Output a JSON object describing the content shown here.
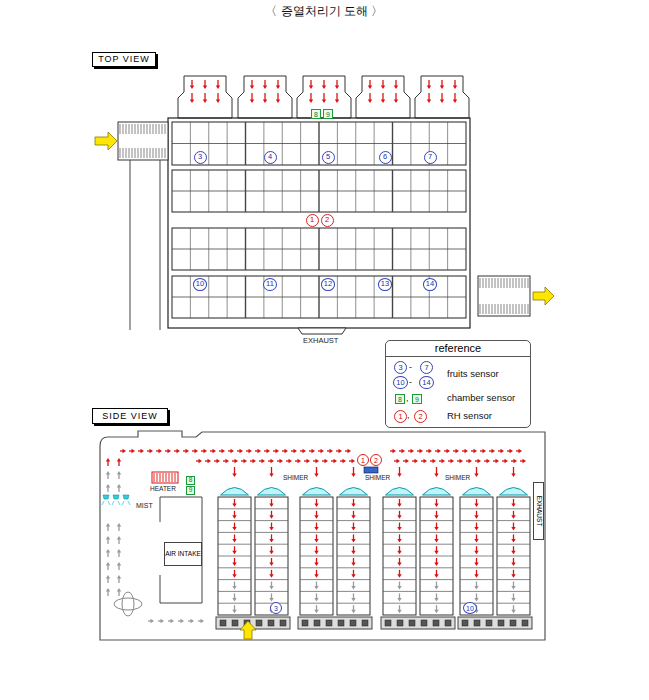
{
  "diagram": {
    "title": "〈 증열처리기 도해 〉",
    "nodes": [
      {
        "text": [
          "TOP VIEW"
        ]
      },
      {
        "text": [
          "8"
        ]
      },
      {
        "text": [
          "9"
        ]
      },
      {
        "text": [
          "3"
        ]
      },
      {
        "text": [
          "4"
        ]
      },
      {
        "text": [
          "5"
        ]
      },
      {
        "text": [
          "6"
        ]
      },
      {
        "text": [
          "7"
        ]
      },
      {
        "text": [
          "1"
        ]
      },
      {
        "text": [
          "2"
        ]
      },
      {
        "text": [
          "10"
        ]
      },
      {
        "text": [
          "11"
        ]
      },
      {
        "text": [
          "12"
        ]
      },
      {
        "text": [
          "13"
        ]
      },
      {
        "text": [
          "14"
        ]
      },
      {
        "text": [
          "reference"
        ]
      },
      {
        "text": [
          "3"
        ],
        "in": 15
      },
      {
        "text": [
          "7"
        ],
        "in": 15
      },
      {
        "text": [
          "10"
        ],
        "in": 15
      },
      {
        "text": [
          "14"
        ],
        "in": 15
      },
      {
        "text": [
          "8"
        ],
        "in": 15
      },
      {
        "text": [
          "9"
        ],
        "in": 15
      },
      {
        "text": [
          "1"
        ],
        "in": 15
      },
      {
        "text": [
          "2"
        ],
        "in": 15
      },
      {
        "text": [
          "SIDE VIEW"
        ]
      },
      {
        "text": [
          "1"
        ]
      },
      {
        "text": [
          "2"
        ]
      },
      {
        "text": [
          "8"
        ]
      },
      {
        "text": [
          "9"
        ]
      },
      {
        "text": [
          "AIR INTAKE"
        ]
      },
      {
        "text": [
          "3"
        ]
      },
      {
        "text": [
          "10"
        ]
      },
      {
        "text": [
          "EXHAUST"
        ]
      }
    ],
    "labels": [
      "EXHAUST",
      "-",
      "-",
      ",",
      ",",
      "HEATER",
      "MIST",
      "SHIMER",
      "SHIMER",
      "SHIMER"
    ],
    "legend": [
      {
        "text": "fruits sensor"
      },
      {
        "text": "chamber sensor"
      },
      {
        "text": "RH sensor"
      }
    ]
  }
}
